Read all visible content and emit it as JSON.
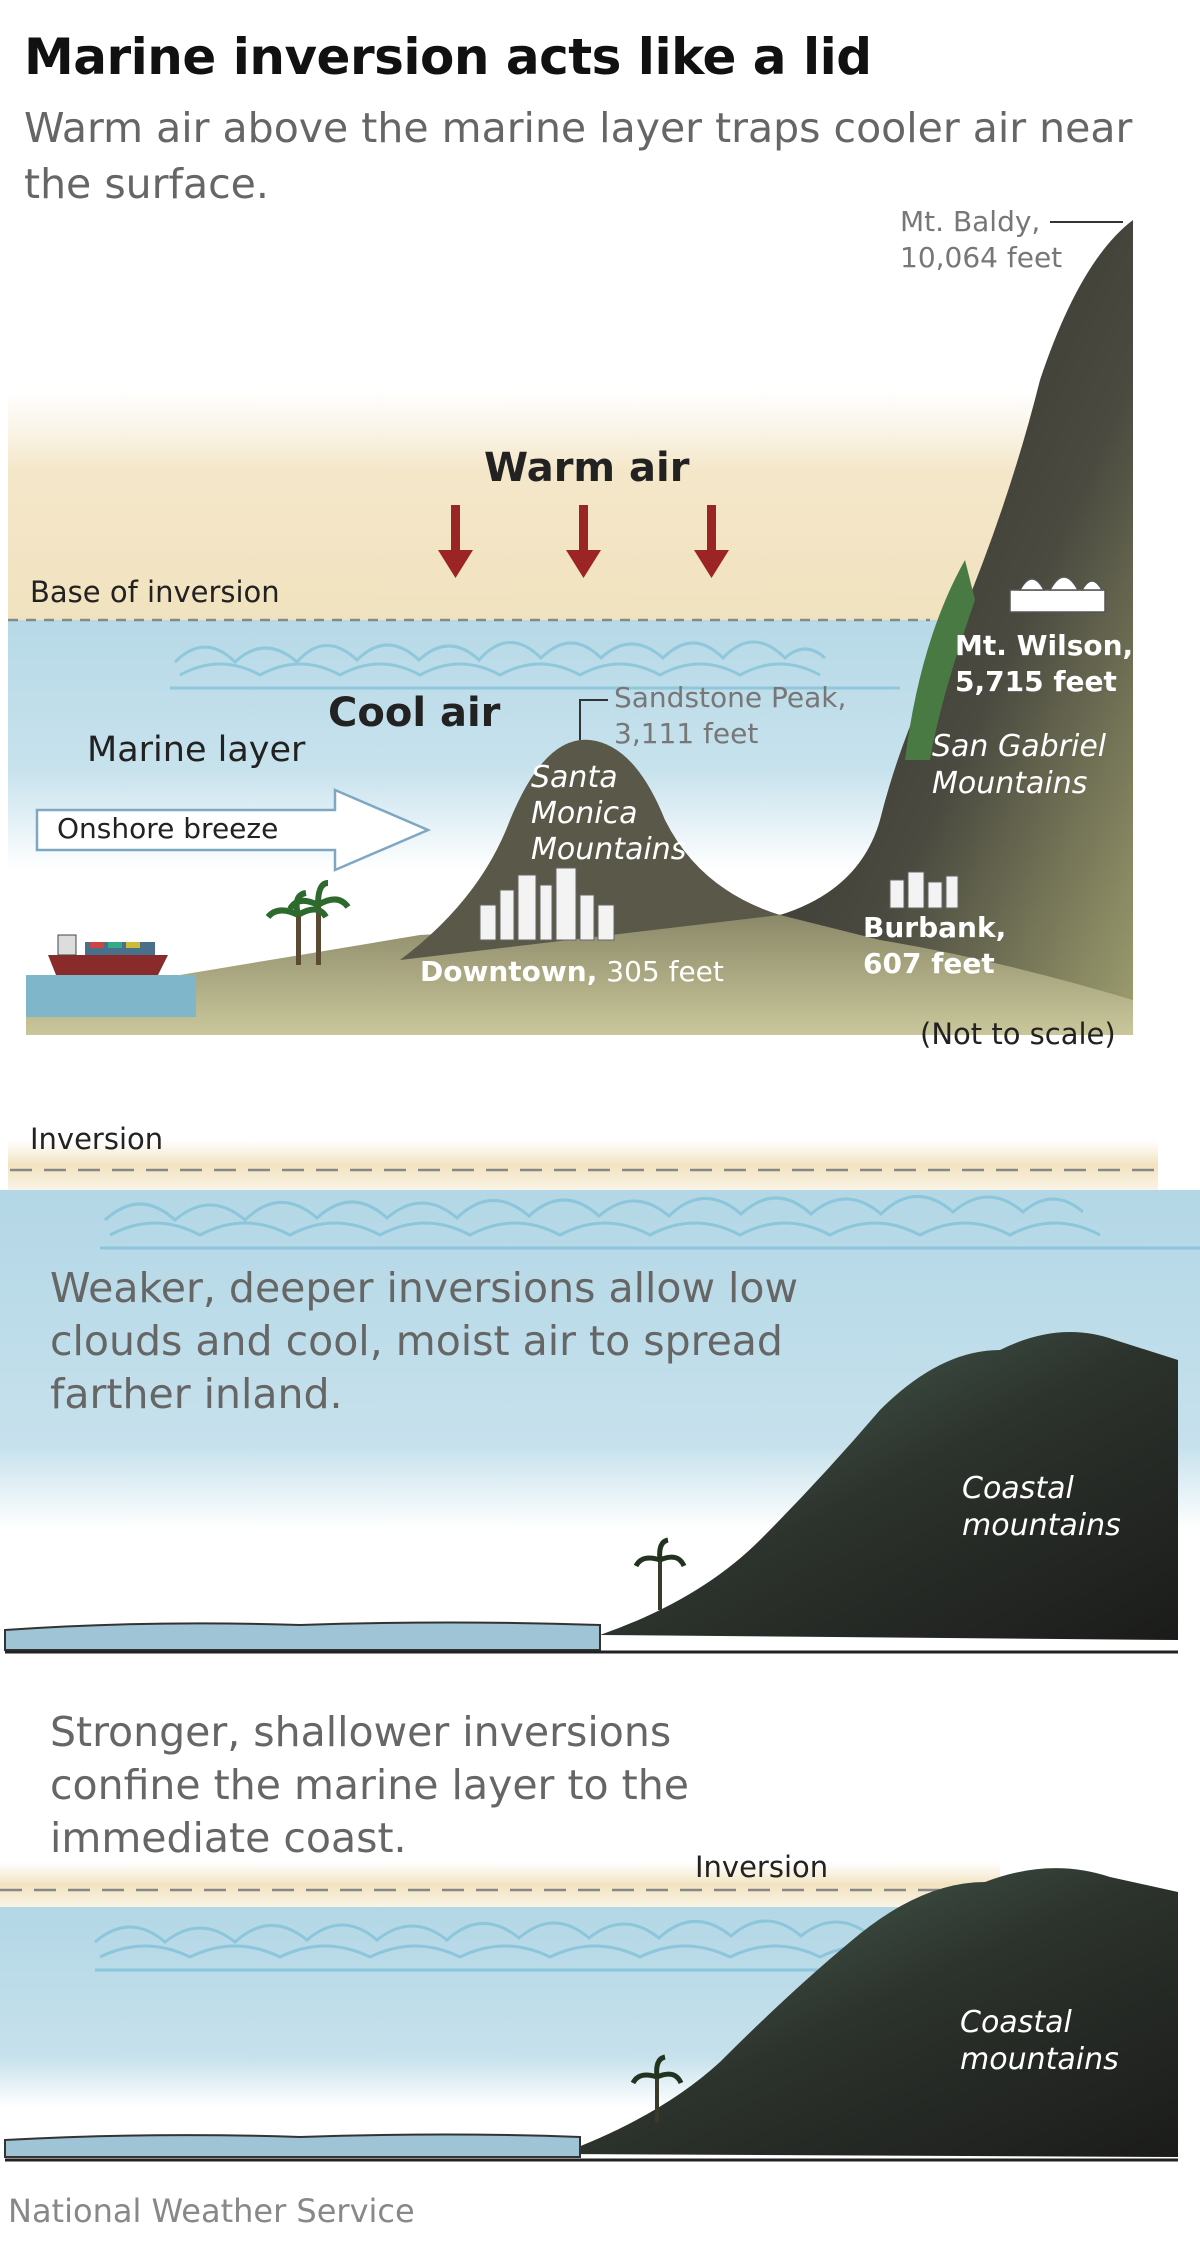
{
  "title": "Marine inversion acts like a lid",
  "subtitle": "Warm air above the marine layer traps cooler air near the surface.",
  "panel1": {
    "mt_baldy_name": "Mt. Baldy,",
    "mt_baldy_elev": "10,064 feet",
    "warm_air": "Warm air",
    "base_of_inversion": "Base of inversion",
    "mt_wilson_name": "Mt. Wilson,",
    "mt_wilson_elev": "5,715 feet",
    "cool_air": "Cool air",
    "sandstone_name": "Sandstone Peak,",
    "sandstone_elev": "3,111 feet",
    "marine_layer": "Marine layer",
    "san_gabriel_1": "San Gabriel",
    "san_gabriel_2": "Mountains",
    "santa_monica_1": "Santa",
    "santa_monica_2": "Monica",
    "santa_monica_3": "Mountains",
    "onshore_breeze": "Onshore breeze",
    "burbank_name": "Burbank,",
    "burbank_elev": "607 feet",
    "downtown_name": "Downtown,",
    "downtown_elev": "305 feet",
    "not_to_scale": "(Not to scale)"
  },
  "panel2": {
    "inversion": "Inversion",
    "text_1": "Weaker, deeper inversions allow low",
    "text_2": "clouds and cool, moist air to spread",
    "text_3": "farther inland.",
    "mountains_1": "Coastal",
    "mountains_2": "mountains"
  },
  "panel3": {
    "text_1": "Stronger, shallower inversions",
    "text_2": "confine the marine layer to the",
    "text_3": "immediate coast.",
    "inversion": "Inversion",
    "mountains_1": "Coastal",
    "mountains_2": "mountains"
  },
  "source": "National Weather Service",
  "colors": {
    "warm_band": "#f3e4c2",
    "cool_band": "#a9d2e3",
    "arrow": "#9b2424",
    "mountain_dark": "#2a2b27",
    "mountain_green": "#3f5a4a",
    "water": "#7fb6c9"
  }
}
